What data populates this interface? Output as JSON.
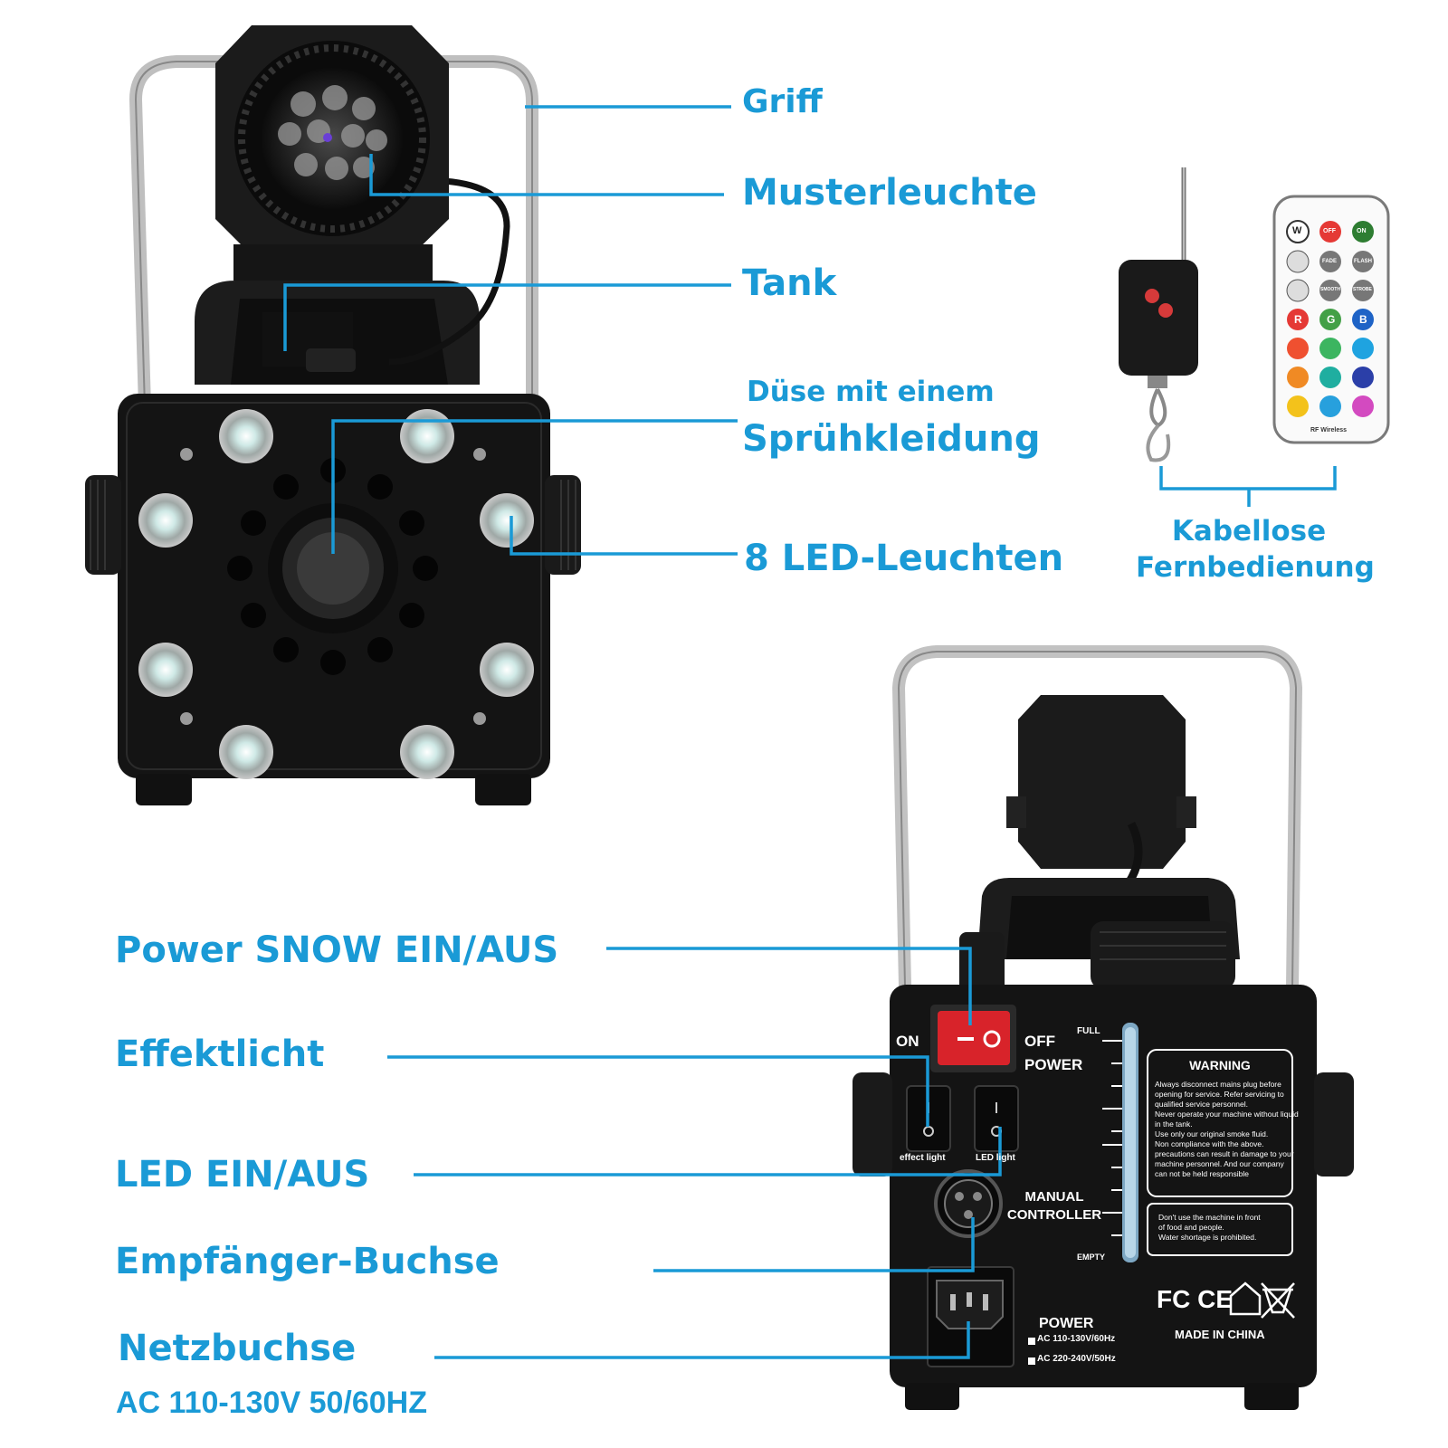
{
  "front_labels": {
    "griff": "Griff",
    "musterleuchte": "Musterleuchte",
    "tank": "Tank",
    "duese_line1": "Düse mit einem",
    "duese_line2": "Sprühkleidung",
    "led_lights": "8 LED-Leuchten"
  },
  "remote_labels": {
    "caption_line1": "Kabellose",
    "caption_line2": "Fernbedienung",
    "remote_buttons": [
      "W",
      "OFF",
      "ON",
      "FADE",
      "FLASH",
      "SMOOTH",
      "STROBE",
      "R",
      "G",
      "B"
    ],
    "remote_brand": "RF Wireless"
  },
  "back_labels": {
    "power_snow": "Power SNOW EIN/AUS",
    "effektlicht": "Effektlicht",
    "led_ein_aus": "LED EIN/AUS",
    "empfaenger": "Empfänger-Buchse",
    "netzbuchse": "Netzbuchse",
    "ac_rating": "AC 110-130V 50/60HZ"
  },
  "machine_panel": {
    "on": "ON",
    "off": "OFF",
    "power": "POWER",
    "effect_light": "effect light",
    "led_light": "LED light",
    "manual_line1": "MANUAL",
    "manual_line2": "CONTROLLER",
    "full": "FULL",
    "empty": "EMPTY",
    "warning_title": "WARNING",
    "warning_body": "Always disconnect mains plug before\nopening for service. Refer servicing to\nqualified service personnel.\nNever operate your machine without liquid\nin the tank.\nUse only our original smoke fluid.\nNon compliance with the above.\nprecautions can result in damage to your\nmachine personnel. And our company\ncan not be held responsible",
    "notice_body": "Don't use the machine in front\nof food and people.\nWater shortage is prohibited.",
    "power_socket_label": "POWER",
    "voltage_1": "AC 110-130V/60Hz",
    "voltage_2": "AC 220-240V/50Hz",
    "marks": "FC CE",
    "made_in": "MADE IN CHINA"
  },
  "colors": {
    "accent": "#1a9ad6",
    "machine_body": "#141414",
    "switch_red": "#d8232a"
  }
}
